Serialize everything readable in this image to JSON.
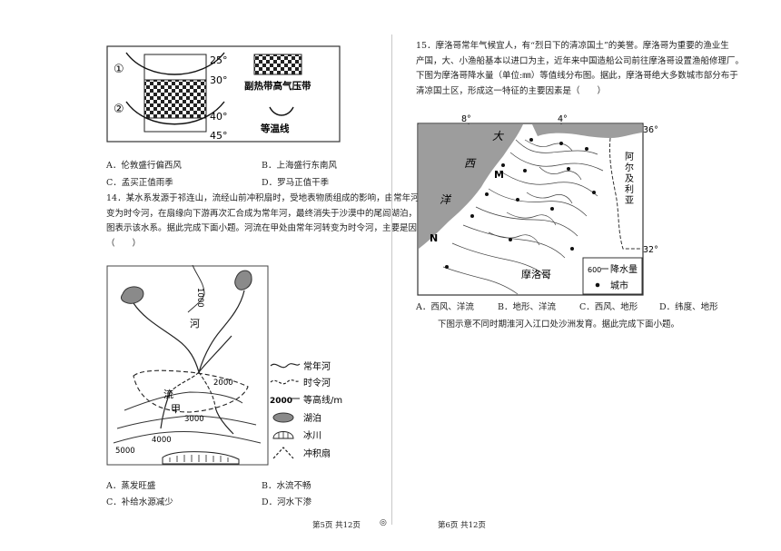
{
  "q13": {
    "figure": {
      "circle1": "①",
      "circle2": "②",
      "lat25": "25°",
      "lat30": "30°",
      "lat40": "40°",
      "lat45": "45°",
      "legend_high": "副热带高气压带",
      "legend_isotherm": "等温线"
    },
    "options": {
      "A": "A．伦敦盛行偏西风",
      "B": "B．上海盛行东南风",
      "C": "C．孟买正值雨季",
      "D": "D．罗马正值干季"
    }
  },
  "q14": {
    "stem_lines": [
      "14．某水系发源于祁连山，流经山前冲积扇时，受地表物质组成的影响，由常年河转",
      "变为时令河，在扇缘向下游再次汇合成为常年河，最终消失于沙漠中的尾闾湖泊，下",
      "图表示该水系。据此完成下面小题。河流在甲处由常年河转变为时令河，主要是因为",
      "（　　）"
    ],
    "map": {
      "river_char1": "河",
      "river_char2": "流",
      "jia": "甲",
      "c1000": "1000",
      "c2000": "2000",
      "c3000": "3000",
      "c4000": "4000",
      "c5000": "5000"
    },
    "legend": {
      "perennial": "常年河",
      "seasonal": "时令河",
      "contour_value": "2000",
      "contour": "等高线/m",
      "lake": "湖泊",
      "glacier": "冰川",
      "fan": "冲积扇"
    },
    "options": {
      "A": "A．蒸发旺盛",
      "B": "B．水流不畅",
      "C": "C．补给水源减少",
      "D": "D．河水下渗"
    }
  },
  "q15": {
    "stem_lines": [
      "15．摩洛哥常年气候宜人，有“烈日下的清凉国土”的美誉。摩洛哥为重要的渔业生",
      "产国，大、小渔船基本以进口为主，近年来中国造船公司前往摩洛哥设置渔船修理厂。",
      "下图为摩洛哥降水量（单位:㎜）等值线分布图。据此，摩洛哥绝大多数城市部分布于",
      "清凉国土区，形成这一特征的主要因素是（　　）"
    ],
    "map": {
      "lon8": "8°",
      "lon4": "4°",
      "lat36": "36°",
      "lat32": "32°",
      "ocean1": "大",
      "ocean2": "西",
      "ocean3": "洋",
      "M": "M",
      "N": "N",
      "alg1": "阿",
      "alg2": "尔",
      "alg3": "及",
      "alg4": "利",
      "alg5": "亚",
      "country": "摩洛哥",
      "legend_value": "600",
      "legend_rain": "降水量",
      "legend_city": "城市"
    },
    "options": {
      "A": "A．西风、洋流",
      "B": "B．地形、洋流",
      "C": "C．西风、地形",
      "D": "D．纬度、地形"
    }
  },
  "next_intro": "下图示意不同时期淮河入江口处沙洲发育。据此完成下面小题。",
  "footer": {
    "left": "第5页  共12页",
    "center": "◎",
    "right": "第6页  共12页"
  }
}
